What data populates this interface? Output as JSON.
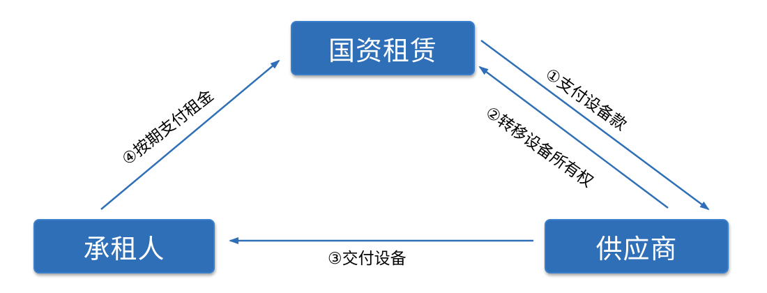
{
  "nodes": {
    "lessor": "国资租赁",
    "lessee": "承租人",
    "supplier": "供应商"
  },
  "edges": {
    "pay_equipment": "①支付设备款",
    "transfer_ownership": "②转移设备所有权",
    "deliver_equipment": "③交付设备",
    "pay_rent": "④按期支付租金"
  },
  "colors": {
    "node_fill": "#2e6fb7",
    "arrow": "#2e6fb7",
    "node_text": "#ffffff"
  }
}
